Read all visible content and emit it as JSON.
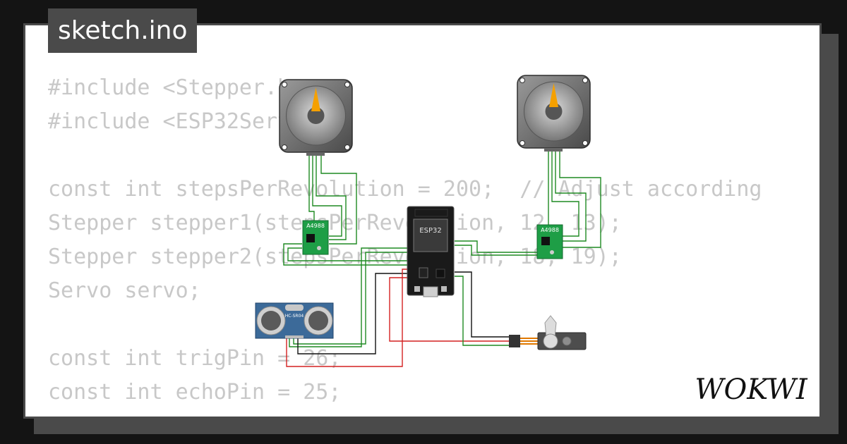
{
  "title": "sketch.ino",
  "code_lines": [
    "#include <Stepper.h>",
    "#include <ESP32Servo.h>",
    "",
    "const int stepsPerRevolution = 200;  // Adjust according",
    "Stepper stepper1(stepsPerRevolution, 12, 13);",
    "Stepper stepper2(stepsPerRevolution, 18, 19);",
    "Servo servo;",
    "",
    "const int trigPin = 26;",
    "const int echoPin = 25;"
  ],
  "components": {
    "driver_label_1": "A4988",
    "driver_label_2": "A4988",
    "mcu_label": "ESP32",
    "sensor_label": "HC-SR04"
  },
  "brand": "WOKWI",
  "colors": {
    "background": "#141414",
    "frame": "#4a4a4a",
    "code_text": "#c8c8c8",
    "wire_green": "#1e8a22",
    "wire_red": "#d42121",
    "wire_black": "#111111",
    "driver_pcb": "#1e9e46",
    "motor_pointer": "#f5a000",
    "sensor_pcb": "#3c6a99"
  }
}
